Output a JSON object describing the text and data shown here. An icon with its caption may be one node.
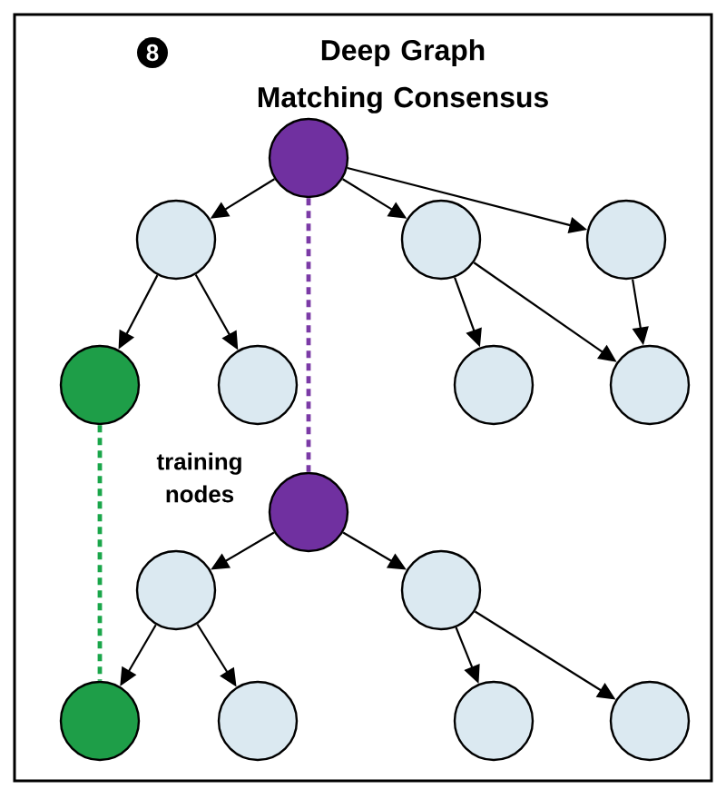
{
  "diagram": {
    "title": "Deep Graph Matching Consensus",
    "nodes": [
      {
        "text": [],
        "shape": "circle"
      },
      {
        "text": [],
        "shape": "circle"
      },
      {
        "text": [],
        "shape": "circle"
      },
      {
        "text": [],
        "shape": "circle"
      },
      {
        "text": [],
        "shape": "circle"
      },
      {
        "text": [],
        "shape": "circle"
      },
      {
        "text": [],
        "shape": "circle"
      },
      {
        "text": [],
        "shape": "circle"
      },
      {
        "text": [],
        "shape": "circle"
      },
      {
        "text": [],
        "shape": "circle"
      },
      {
        "text": [],
        "shape": "circle"
      },
      {
        "text": [],
        "shape": "circle"
      },
      {
        "text": [],
        "shape": "circle"
      },
      {
        "text": [],
        "shape": "circle"
      },
      {
        "text": [],
        "shape": "circle"
      }
    ],
    "edges": [
      {
        "from": 0,
        "to": 1,
        "arrow": "to"
      },
      {
        "from": 0,
        "to": 2,
        "arrow": "to"
      },
      {
        "from": 0,
        "to": 3,
        "arrow": "to"
      },
      {
        "from": 1,
        "to": 4,
        "arrow": "to"
      },
      {
        "from": 1,
        "to": 5,
        "arrow": "to"
      },
      {
        "from": 2,
        "to": 6,
        "arrow": "to"
      },
      {
        "from": 2,
        "to": 7,
        "arrow": "to"
      },
      {
        "from": 3,
        "to": 7,
        "arrow": "to"
      },
      {
        "from": 0,
        "to": 8,
        "arrow": "none",
        "style": "dashed",
        "color": "#7b3aa6"
      },
      {
        "from": 4,
        "to": 11,
        "arrow": "none",
        "style": "dashed",
        "color": "#1aa64a"
      },
      {
        "from": 8,
        "to": 9,
        "arrow": "to"
      },
      {
        "from": 8,
        "to": 10,
        "arrow": "to"
      },
      {
        "from": 9,
        "to": 11,
        "arrow": "to"
      },
      {
        "from": 9,
        "to": 12,
        "arrow": "to"
      },
      {
        "from": 10,
        "to": 13,
        "arrow": "to"
      },
      {
        "from": 10,
        "to": 14,
        "arrow": "to"
      }
    ],
    "labels": [
      "8",
      "training nodes"
    ]
  }
}
